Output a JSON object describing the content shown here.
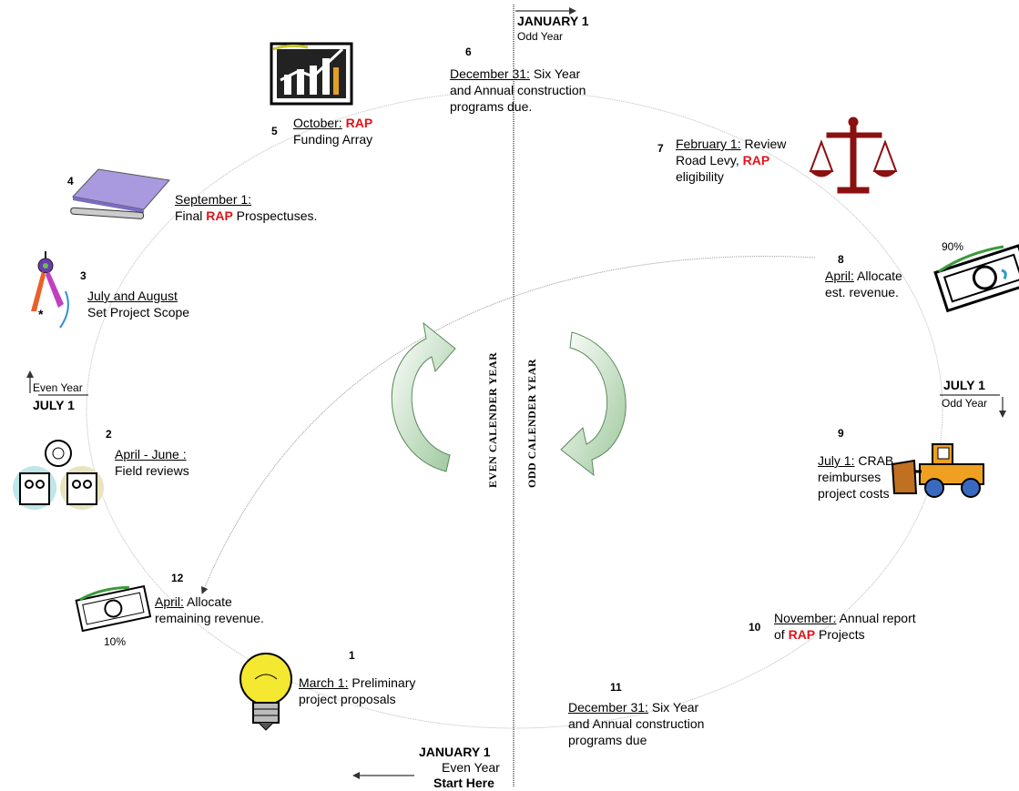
{
  "center": {
    "even_year": "EVEN CALENDER YEAR",
    "odd_year": "ODD CALENDER YEAR"
  },
  "markers": {
    "jan_top": {
      "title": "JANUARY 1",
      "sub": "Odd Year"
    },
    "jan_bottom": {
      "title": "JANUARY 1",
      "sub": "Even Year",
      "start": "Start Here"
    },
    "july_left": {
      "title": "JULY 1",
      "sub": "Even Year"
    },
    "july_right": {
      "title": "JULY 1",
      "sub": "Odd Year"
    }
  },
  "steps": [
    {
      "num": "1",
      "date": "March 1:",
      "line1_rest": " Preliminary",
      "line2": "project proposals",
      "icon": "lightbulb-icon"
    },
    {
      "num": "2",
      "date": "April - June :",
      "line2": "Field reviews",
      "icon": "people-ideas-icon"
    },
    {
      "num": "3",
      "date": "July and August",
      "line2": "Set Project Scope",
      "icon": "compass-icon"
    },
    {
      "num": "4",
      "date": "September 1:",
      "line2_pre": "Final ",
      "rap": "RAP",
      "line2_post": " Prospectuses.",
      "icon": "notepad-pen-icon"
    },
    {
      "num": "5",
      "date": "October:",
      "rap": "RAP",
      "line2": "Funding Array",
      "icon": "growth-chart-icon"
    },
    {
      "num": "6",
      "date": "December 31:",
      "line1_rest": " Six Year",
      "line2": "and Annual construction",
      "line3": "programs due.",
      "icon": ""
    },
    {
      "num": "7",
      "date": "February 1:",
      "line1_rest": " Review",
      "line2_pre": "Road Levy, ",
      "rap": "RAP",
      "line3": "eligibility",
      "icon": "scales-icon"
    },
    {
      "num": "8",
      "date": "April:",
      "line1_rest": " Allocate",
      "line2": "est. revenue.",
      "pct": "90%",
      "icon": "money-icon"
    },
    {
      "num": "9",
      "date": "July 1:",
      "line1_rest": " CRAB",
      "line2": "reimburses",
      "line3": "project costs",
      "icon": "bulldozer-icon"
    },
    {
      "num": "10",
      "date": "November:",
      "line1_rest": " Annual report",
      "line2_pre": "of ",
      "rap": "RAP",
      "line2_post": " Projects",
      "icon": ""
    },
    {
      "num": "11",
      "date": "December 31:",
      "line1_rest": " Six Year",
      "line2": "and Annual construction",
      "line3": "programs due",
      "icon": ""
    },
    {
      "num": "12",
      "date": "April:",
      "line1_rest": " Allocate",
      "line2": "remaining  revenue.",
      "pct": "10%",
      "icon": "money-icon"
    }
  ]
}
